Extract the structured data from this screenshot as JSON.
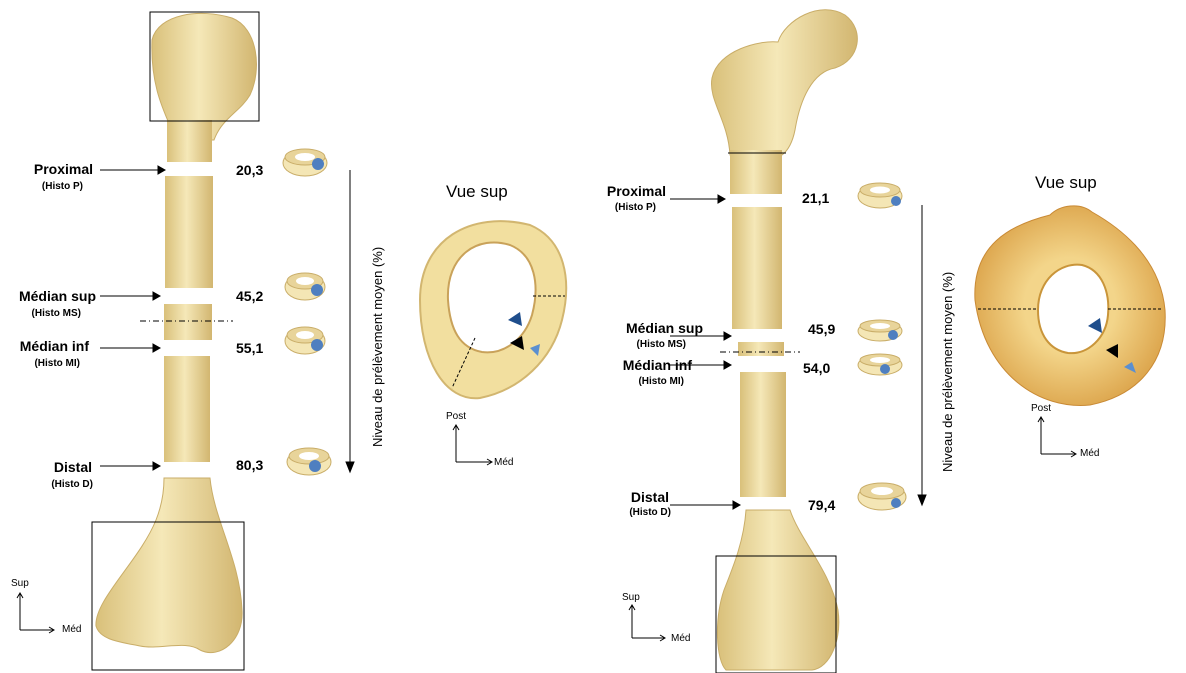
{
  "left": {
    "proximal": {
      "label": "Proximal",
      "sub": "(Histo P)",
      "value": "20,3"
    },
    "median_sup": {
      "label": "Médian sup",
      "sub": "(Histo MS)",
      "value": "45,2"
    },
    "median_inf": {
      "label": "Médian inf",
      "sub": "(Histo MI)",
      "value": "55,1"
    },
    "distal": {
      "label": "Distal",
      "sub": "(Histo D)",
      "value": "80,3"
    },
    "axis_label": "Niveau de prélèvement moyen (%)",
    "view_title": "Vue sup",
    "view_post": "Post",
    "view_med": "Méd",
    "corner_sup": "Sup",
    "corner_med": "Méd"
  },
  "right": {
    "proximal": {
      "label": "Proximal",
      "sub": "(Histo P)",
      "value": "21,1"
    },
    "median_sup": {
      "label": "Médian sup",
      "sub": "(Histo MS)",
      "value": "45,9"
    },
    "median_inf": {
      "label": "Médian inf",
      "sub": "(Histo MI)",
      "value": "54,0"
    },
    "distal": {
      "label": "Distal",
      "sub": "(Histo D)",
      "value": "79,4"
    },
    "axis_label": "Niveau de prélèvement moyen (%)",
    "view_title": "Vue sup",
    "view_post": "Post",
    "view_med": "Méd",
    "corner_sup": "Sup",
    "corner_med": "Méd"
  },
  "colors": {
    "bone": "#f0dfa5",
    "bone_dark": "#d9c07a",
    "marrow": "#e8b45a",
    "dot": "#4f7fc0",
    "arrow_dark": "#1f4e8c",
    "arrow_light": "#5b8fd0"
  }
}
